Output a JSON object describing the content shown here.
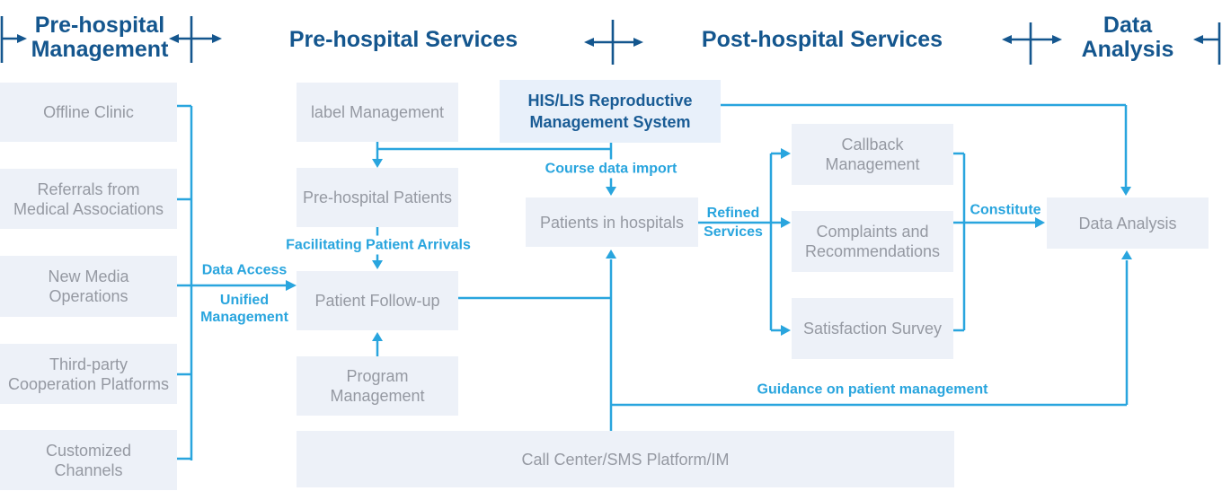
{
  "colors": {
    "section_header": "#14568E",
    "accent_line": "#29A5DE",
    "box_fill": "#EDF1F8",
    "his_box_fill": "#E8F0FA",
    "his_box_text": "#1A5C95",
    "box_text": "#9599A2",
    "label_bg": "#FFFFFF"
  },
  "sections": {
    "pre_hospital_management": "Pre-hospital\nManagement",
    "pre_hospital_services": "Pre-hospital Services",
    "post_hospital_services": "Post-hospital Services",
    "data_analysis": "Data\nAnalysis"
  },
  "boxes": {
    "offline_clinic": "Offline Clinic",
    "referrals": "Referrals from\nMedical Associations",
    "new_media": "New Media\nOperations",
    "third_party": "Third-party\nCooperation Platforms",
    "customized_channels": "Customized\nChannels",
    "label_management": "label Management",
    "pre_hospital_patients": "Pre-hospital Patients",
    "patient_follow_up": "Patient Follow-up",
    "program_management": "Program\nManagement",
    "his_lis": "HIS/LIS Reproductive\nManagement System",
    "patients_in_hospitals": "Patients in hospitals",
    "callback_management": "Callback\nManagement",
    "complaints": "Complaints and\nRecommendations",
    "satisfaction_survey": "Satisfaction Survey",
    "data_analysis": "Data Analysis",
    "call_center": "Call Center/SMS Platform/IM"
  },
  "edge_labels": {
    "data_access": "Data Access",
    "unified_management": "Unified\nManagement",
    "facilitating": "Facilitating Patient Arrivals",
    "course_data_import": "Course data import",
    "refined_services": "Refined\nServices",
    "constitute": "Constitute",
    "guidance": "Guidance on patient management"
  }
}
